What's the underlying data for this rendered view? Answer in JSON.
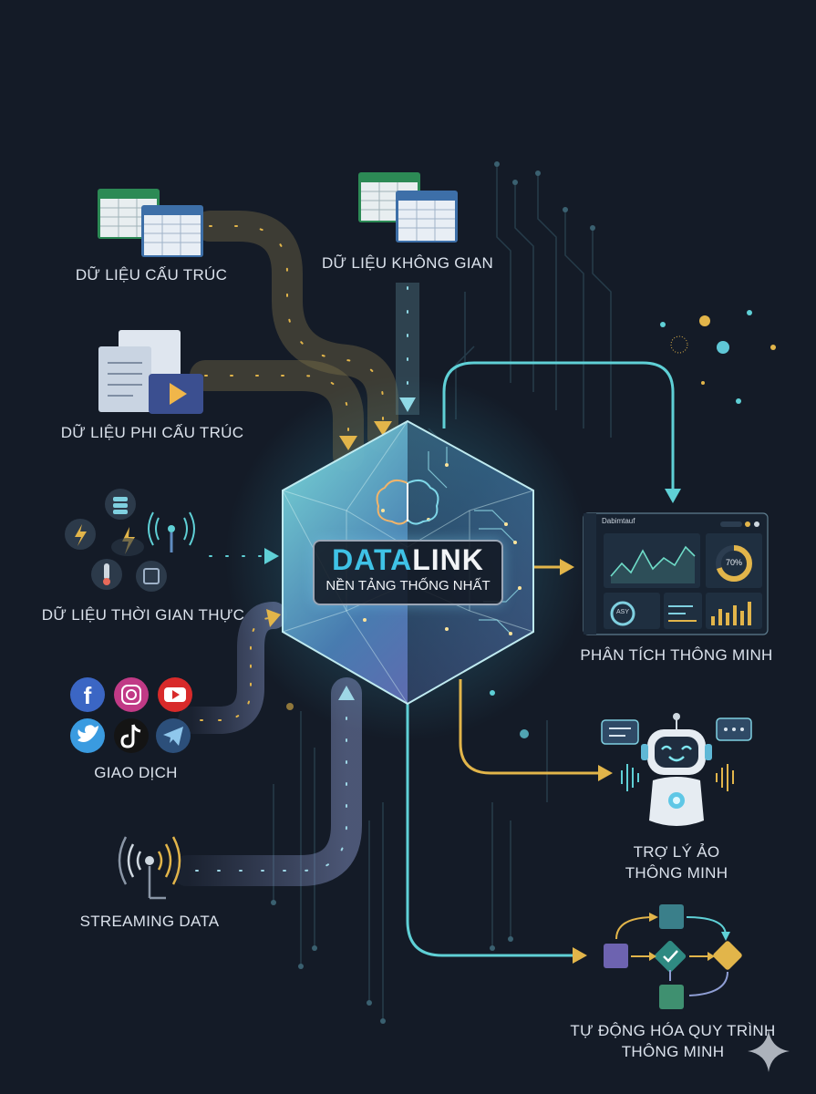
{
  "hub": {
    "brand_part1": "DATA",
    "brand_part2": "LINK",
    "subtitle": "NỀN TẢNG THỐNG NHẤT"
  },
  "sources": [
    {
      "id": "structured",
      "label": "DỮ LIỆU CẤU TRÚC",
      "icon": "spreadsheet-icon"
    },
    {
      "id": "spatial",
      "label": "DỮ LIỆU KHÔNG GIAN",
      "icon": "spreadsheet-icon"
    },
    {
      "id": "unstructured",
      "label": "DỮ LIỆU PHI CẤU TRÚC",
      "icon": "documents-video-icon"
    },
    {
      "id": "realtime",
      "label": "DỮ LIỆU THỜI GIAN THỰC",
      "icon": "iot-sensors-icon"
    },
    {
      "id": "transactions",
      "label": "GIAO DỊCH",
      "icon": "social-media-icons"
    },
    {
      "id": "streaming",
      "label": "STREAMING DATA",
      "icon": "signal-broadcast-icon"
    }
  ],
  "outputs": [
    {
      "id": "analytics",
      "label": "PHÂN TÍCH THÔNG MINH",
      "icon": "dashboard-icon"
    },
    {
      "id": "assistant",
      "label_line1": "TRỢ LÝ ẢO",
      "label_line2": "THÔNG MINH",
      "icon": "robot-icon"
    },
    {
      "id": "automation",
      "label_line1": "TỰ ĐỘNG HÓA QUY TRÌNH",
      "label_line2": "THÔNG MINH",
      "icon": "workflow-icon"
    }
  ],
  "dashboard": {
    "title": "Dabimtauf",
    "gauge_text": "70%",
    "gauge_value": 0.7,
    "small_stat": "ASY"
  },
  "social_icons": [
    "facebook-icon",
    "instagram-icon",
    "youtube-icon",
    "twitter-icon",
    "tiktok-icon",
    "telegram-icon"
  ],
  "colors": {
    "background": "#141b27",
    "flow_gold": "#e2b54a",
    "flow_cyan": "#5fd0d6",
    "flow_lavender": "#8f9ed4",
    "brand_cyan": "#3fc2e6"
  }
}
